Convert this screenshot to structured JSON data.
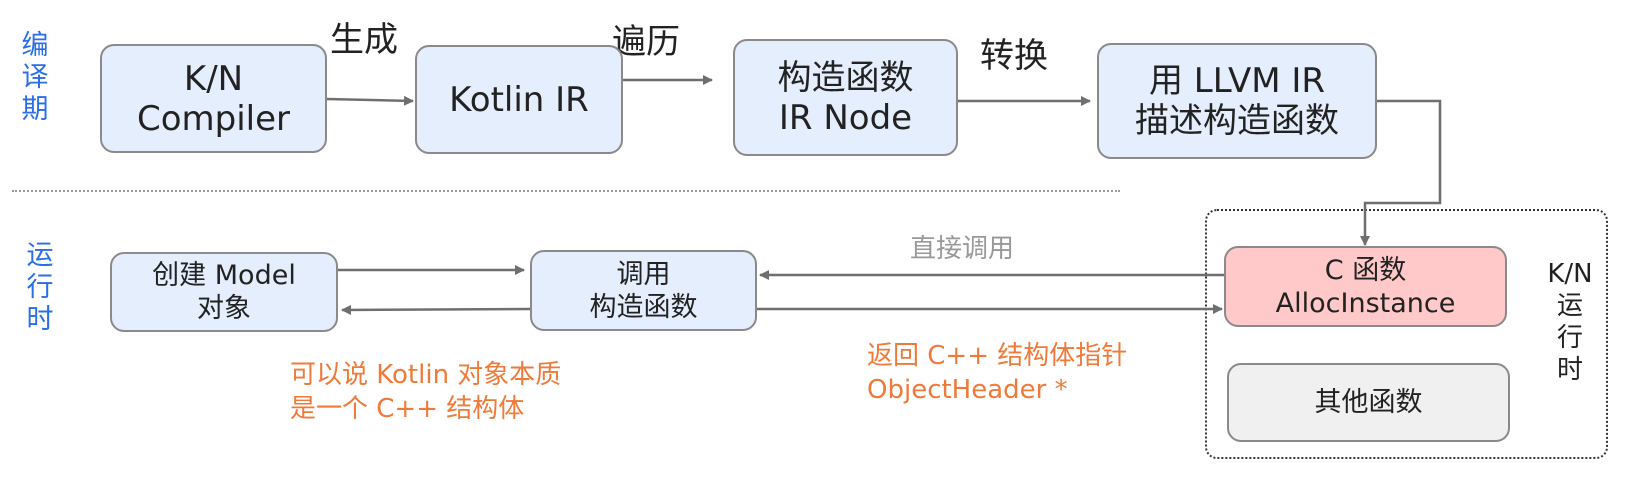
{
  "phases": {
    "compile_time": [
      "编",
      "译",
      "期"
    ],
    "run_time": [
      "运",
      "行",
      "时"
    ]
  },
  "nodes": {
    "kn_compiler": [
      "K/N",
      "Compiler"
    ],
    "kotlin_ir": [
      "Kotlin IR"
    ],
    "ctor_ir_node": [
      "构造函数",
      "IR Node"
    ],
    "llvm_ir": [
      "用 LLVM IR",
      "描述构造函数"
    ],
    "create_model": [
      "创建 Model",
      "对象"
    ],
    "call_ctor": [
      "调用",
      "构造函数"
    ],
    "c_alloc": [
      "C 函数",
      "AllocInstance"
    ],
    "other_funcs": [
      "其他函数"
    ]
  },
  "edge_labels": {
    "generate": "生成",
    "traverse": "遍历",
    "convert": "转换",
    "direct_call": "直接调用"
  },
  "runtime_group_label": [
    "K/N",
    "运",
    "行",
    "时"
  ],
  "notes": {
    "kotlin_object": [
      "可以说 Kotlin 对象本质",
      "是一个 C++ 结构体"
    ],
    "return_ptr": [
      "返回 C++ 结构体指针",
      "ObjectHeader *"
    ]
  },
  "colors": {
    "node_blue": "#e4eefc",
    "node_pink": "#ffc9c9",
    "node_gray": "#f0f0f0",
    "phase_label": "#2a6ee8",
    "note_orange": "#f07a3a",
    "arrow": "#6f6f6f"
  }
}
